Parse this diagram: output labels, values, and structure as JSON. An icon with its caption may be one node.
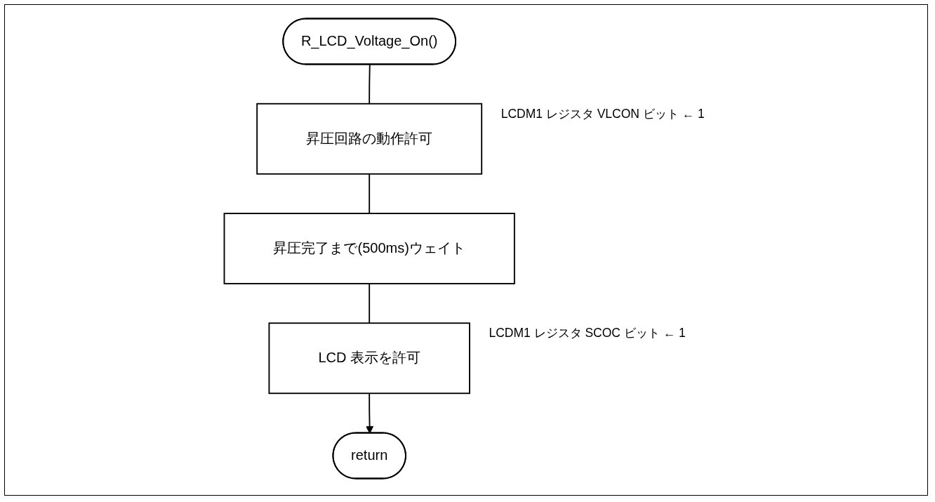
{
  "diagram": {
    "nodes": [
      {
        "text": [
          "R_LCD_Voltage_On()"
        ]
      },
      {
        "text": [
          "昇圧回路の動作許可"
        ],
        "beside": [
          "LCDM1 レジスタ VLCON ビット ← 1"
        ]
      },
      {
        "text": [
          "昇圧完了まで(500ms)ウェイト"
        ]
      },
      {
        "text": [
          "LCD 表示を許可"
        ],
        "beside": [
          "LCDM1 レジスタ SCOC ビット ← 1"
        ]
      },
      {
        "text": [
          "return"
        ]
      }
    ],
    "edges": [
      {
        "from": 0,
        "to": 1,
        "arrow": "none"
      },
      {
        "from": 1,
        "to": 2,
        "arrow": "none"
      },
      {
        "from": 2,
        "to": 3,
        "arrow": "none"
      },
      {
        "from": 3,
        "to": 4,
        "arrow": "to"
      }
    ]
  }
}
